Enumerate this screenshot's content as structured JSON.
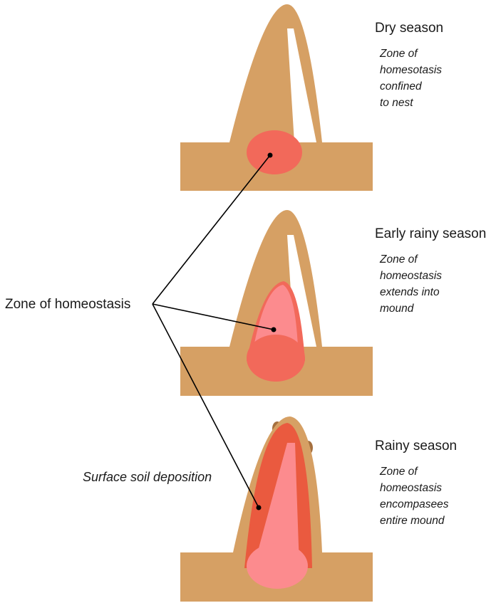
{
  "panels": [
    {
      "title": "Dry season",
      "description": [
        "Zone of",
        "homesotasis",
        "confined",
        "to nest"
      ]
    },
    {
      "title": "Early rainy season",
      "description": [
        "Zone of",
        "homeostasis",
        "extends into",
        "mound"
      ]
    },
    {
      "title": "Rainy season",
      "description": [
        "Zone of",
        "homeostasis",
        "encompasees",
        "entire mound"
      ]
    }
  ],
  "labels": {
    "zone": "Zone of homeostasis",
    "soil": "Surface soil deposition"
  },
  "colors": {
    "soil": "#d6a064",
    "nest": "#f2695a",
    "homeostasis_light": "#fc8b8e",
    "homeostasis_dark": "#ea5a3f",
    "soil_clumps": "#a5703f"
  }
}
